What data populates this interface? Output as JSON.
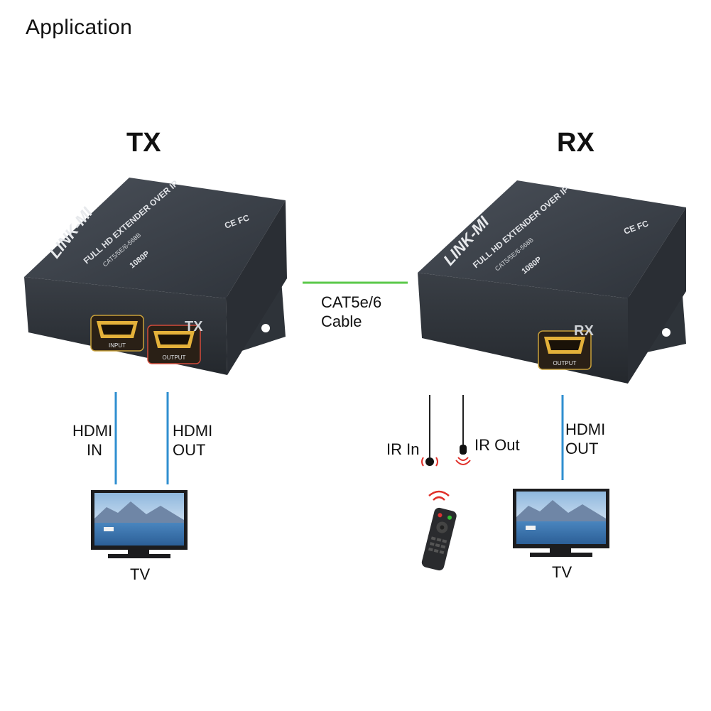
{
  "page": {
    "heading": "Application"
  },
  "tx": {
    "title": "TX",
    "brand": "LINK-MI",
    "product": "FULL HD EXTENDER OVER IP",
    "cable_spec": "CAT5/5E/6-568B",
    "resolution": "1080P",
    "front_mark": "TX",
    "port_input": "INPUT",
    "port_output": "OUTPUT",
    "cert": "CE FC",
    "line_in": [
      "HDMI",
      "IN"
    ],
    "line_out": [
      "HDMI",
      "OUT"
    ],
    "tv_label": "TV"
  },
  "rx": {
    "title": "RX",
    "brand": "LINK-MI",
    "product": "FULL HD EXTENDER OVER IP",
    "cable_spec": "CAT5/5E/6-568B",
    "resolution": "1080P",
    "front_mark": "RX",
    "port_output": "OUTPUT",
    "cert": "CE FC",
    "ir_in": "IR In",
    "ir_out": "IR Out",
    "line_out": [
      "HDMI",
      "OUT"
    ],
    "tv_label": "TV"
  },
  "cable": {
    "label": [
      "CAT5e/6",
      "Cable"
    ]
  },
  "colors": {
    "hdmi_line": "#2f8fd0",
    "cable_line": "#5bc84a",
    "device_body": "#3b4149",
    "ir_red": "#e0302a"
  }
}
